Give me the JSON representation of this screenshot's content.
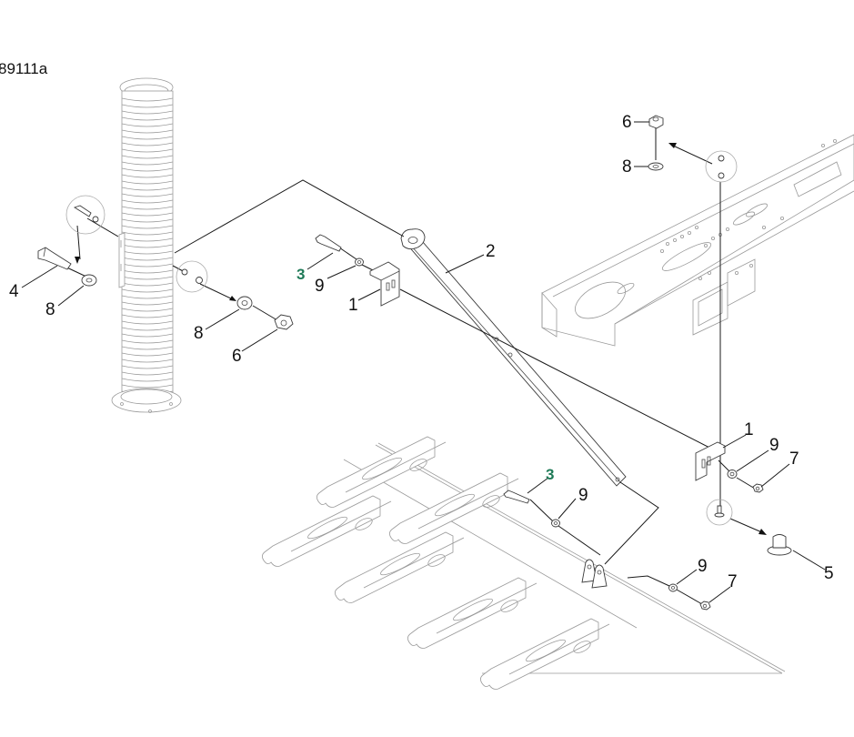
{
  "figure": {
    "id": "89111a",
    "highlight_color": "#1f7a57",
    "line_color": "#1a1a1a"
  },
  "callouts": [
    {
      "number": "6",
      "part": "nut"
    },
    {
      "number": "8",
      "part": "washer"
    },
    {
      "number": "4",
      "part": "bolt"
    },
    {
      "number": "8",
      "part": "washer"
    },
    {
      "number": "3",
      "part": "bolt",
      "highlighted": true
    },
    {
      "number": "9",
      "part": "washer"
    },
    {
      "number": "1",
      "part": "bracket"
    },
    {
      "number": "2",
      "part": "support-strut"
    },
    {
      "number": "8",
      "part": "washer"
    },
    {
      "number": "6",
      "part": "nut"
    },
    {
      "number": "1",
      "part": "bracket"
    },
    {
      "number": "9",
      "part": "washer"
    },
    {
      "number": "7",
      "part": "nut"
    },
    {
      "number": "3",
      "part": "bolt",
      "highlighted": true
    },
    {
      "number": "9",
      "part": "washer"
    },
    {
      "number": "5",
      "part": "carriage-bolt"
    },
    {
      "number": "9",
      "part": "washer"
    },
    {
      "number": "7",
      "part": "nut"
    }
  ]
}
